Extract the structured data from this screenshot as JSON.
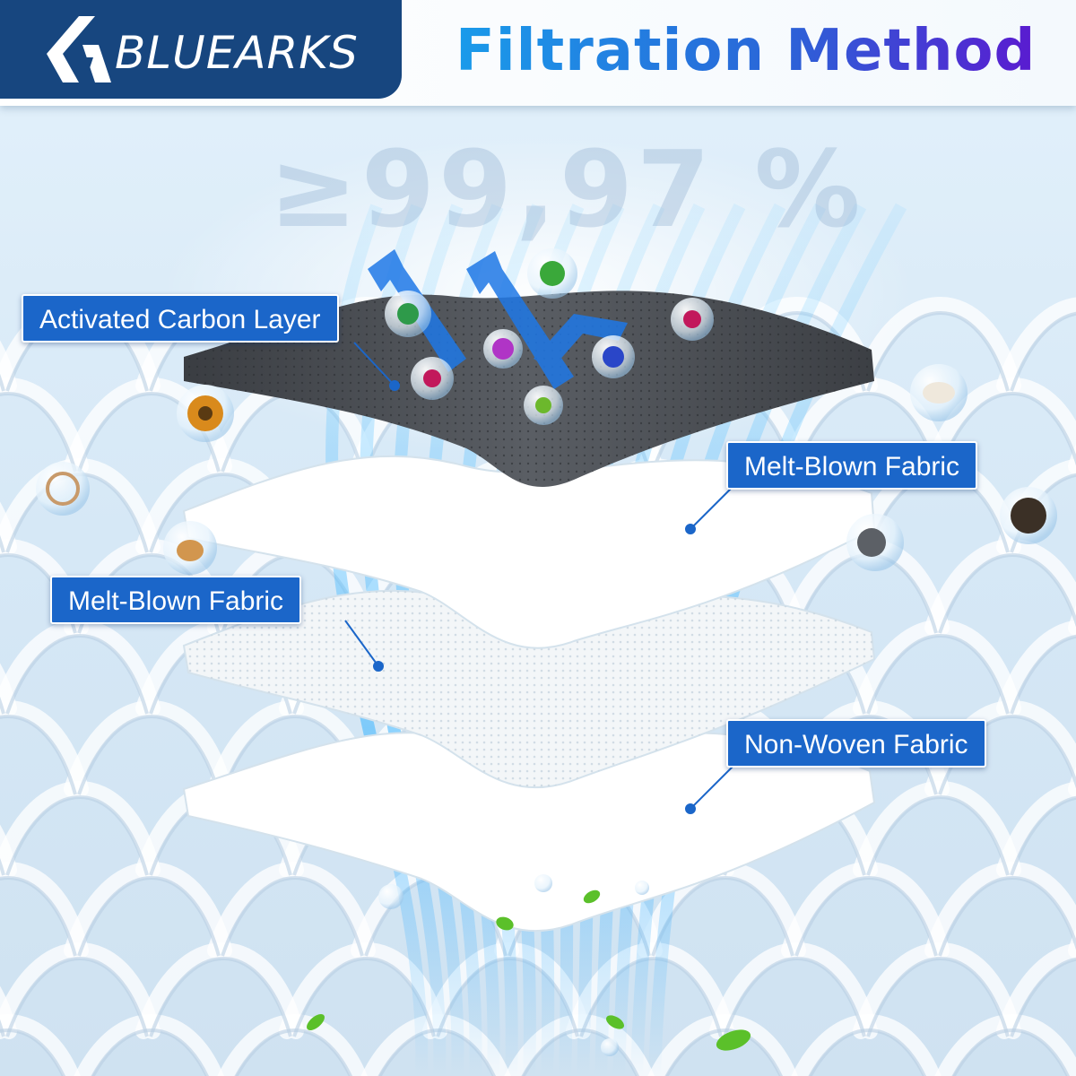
{
  "brand": {
    "name": "BLUEARKS",
    "logo_icon": "bluearks-logo-icon"
  },
  "headline": "Filtration Method",
  "efficiency_text": "≥99,97 %",
  "layers": [
    {
      "label": "Activated Carbon Layer",
      "color": "#4a4d52"
    },
    {
      "label": "Melt-Blown Fabric",
      "color": "#ffffff"
    },
    {
      "label": "Melt-Blown Fabric",
      "color": "#f3f6f8"
    },
    {
      "label": "Non-Woven Fabric",
      "color": "#ffffff"
    }
  ],
  "pollutant_icons": [
    "virus-icon",
    "particle-icon",
    "pollen-icon",
    "hair-icon",
    "pet-hair-icon",
    "smoke-icon",
    "dust-icon",
    "leaf-icon"
  ],
  "colors": {
    "brand_navy": "#17467f",
    "label_blue": "#1b66c9",
    "headline_start": "#1a9bea",
    "headline_end": "#5a1bd0"
  }
}
